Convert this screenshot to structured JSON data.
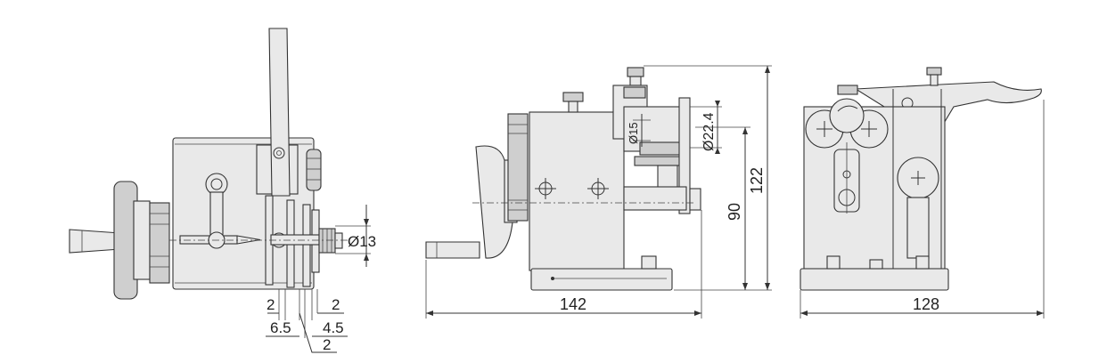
{
  "dimensions": {
    "view1": {
      "diameter": "Ø13",
      "d1": "2",
      "d2": "2",
      "d3": "6.5",
      "d4": "4.5",
      "d5": "2"
    },
    "view2": {
      "width": "142",
      "height_total": "122",
      "height_center": "90",
      "diameter_small": "Ø15",
      "diameter_large": "Ø22.4"
    },
    "view3": {
      "width": "128"
    }
  }
}
